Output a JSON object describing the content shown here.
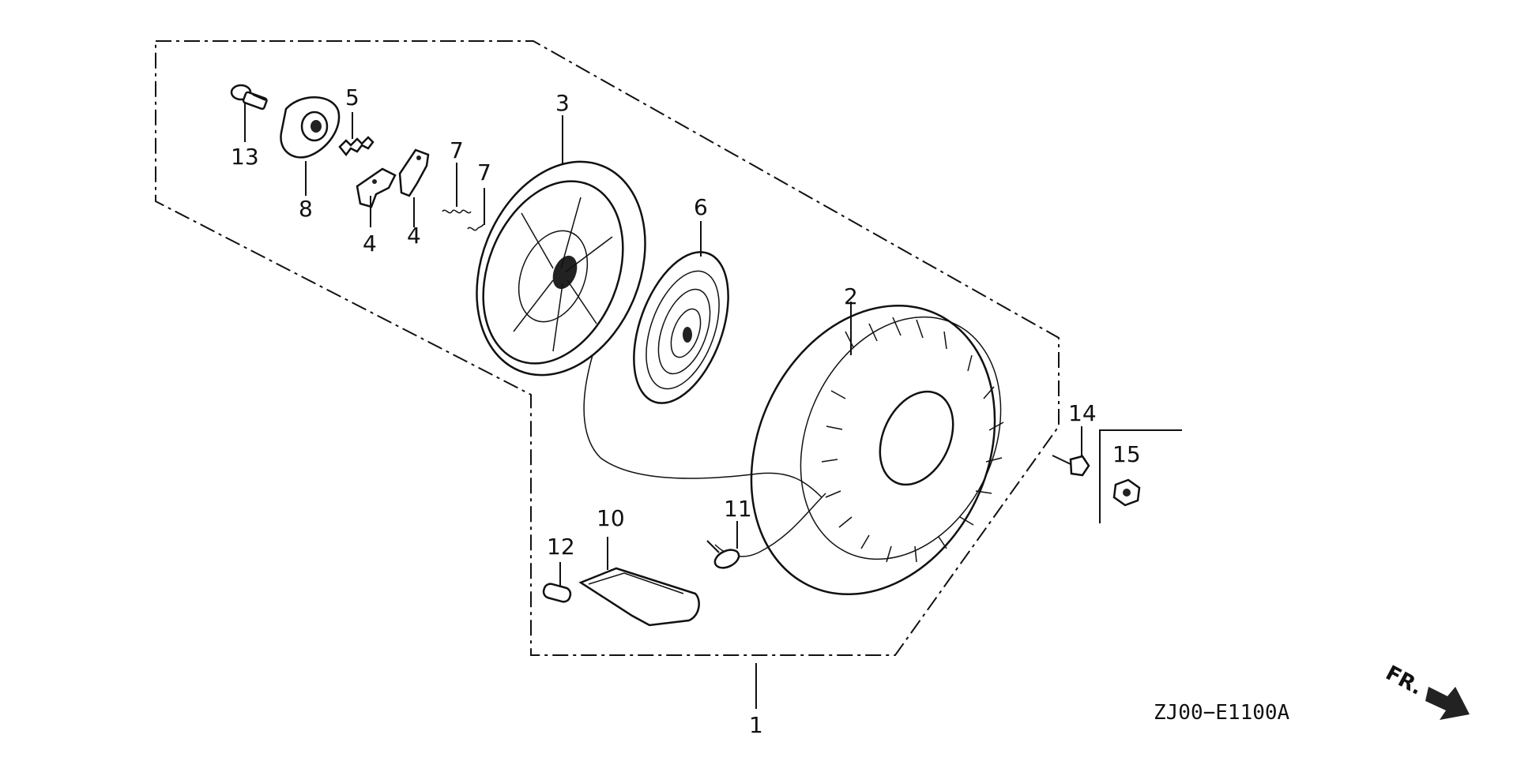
{
  "diagram": {
    "code": "ZJ00−E1100A",
    "direction_label": "FR.",
    "callouts": {
      "c1": "1",
      "c2": "2",
      "c3": "3",
      "c4a": "4",
      "c4b": "4",
      "c5": "5",
      "c6": "6",
      "c7a": "7",
      "c7b": "7",
      "c8": "8",
      "c10": "10",
      "c11": "11",
      "c12": "12",
      "c13": "13",
      "c14": "14",
      "c15": "15"
    }
  }
}
